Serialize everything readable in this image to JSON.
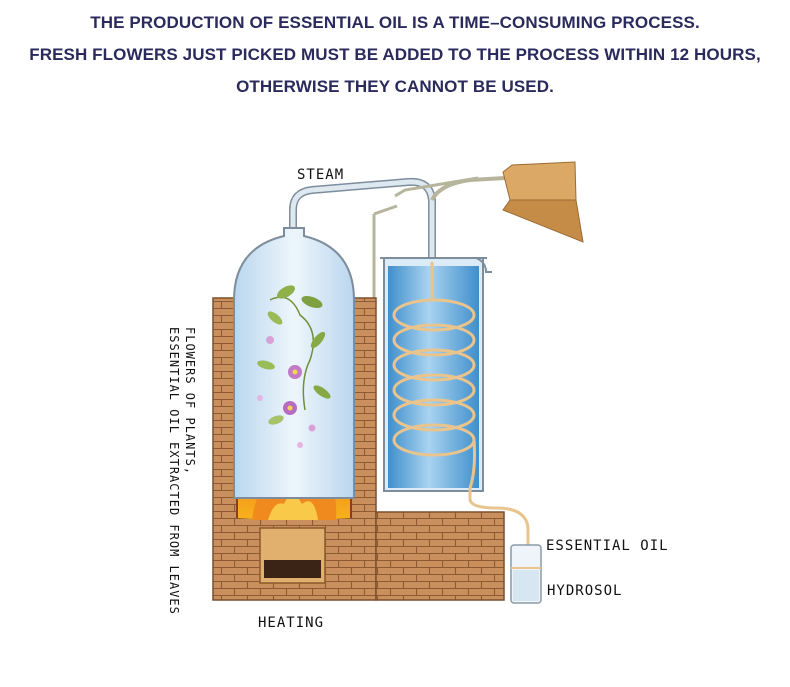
{
  "header": {
    "line1": "THE PRODUCTION OF ESSENTIAL OIL IS A TIME–CONSUMING PROCESS.",
    "line2": "FRESH FLOWERS JUST PICKED MUST BE ADDED TO THE PROCESS WITHIN 12 HOURS,",
    "line3": "OTHERWISE THEY CANNOT BE USED."
  },
  "labels": {
    "steam": "STEAM",
    "essential_oil": "ESSENTIAL OIL",
    "hydrosol": "HYDROSOL",
    "heating": "HEATING",
    "flowers": "FLOWERS OF PLANTS,",
    "extracted": "ESSENTIAL OIL EXTRACTED FROM LEAVES"
  },
  "colors": {
    "header_text": "#2b2a5c",
    "brick": "#c9905f",
    "flame": "#e8541e",
    "glass": "#cfe3f3",
    "water": "#5aa6da",
    "copper": "#d9a860"
  }
}
